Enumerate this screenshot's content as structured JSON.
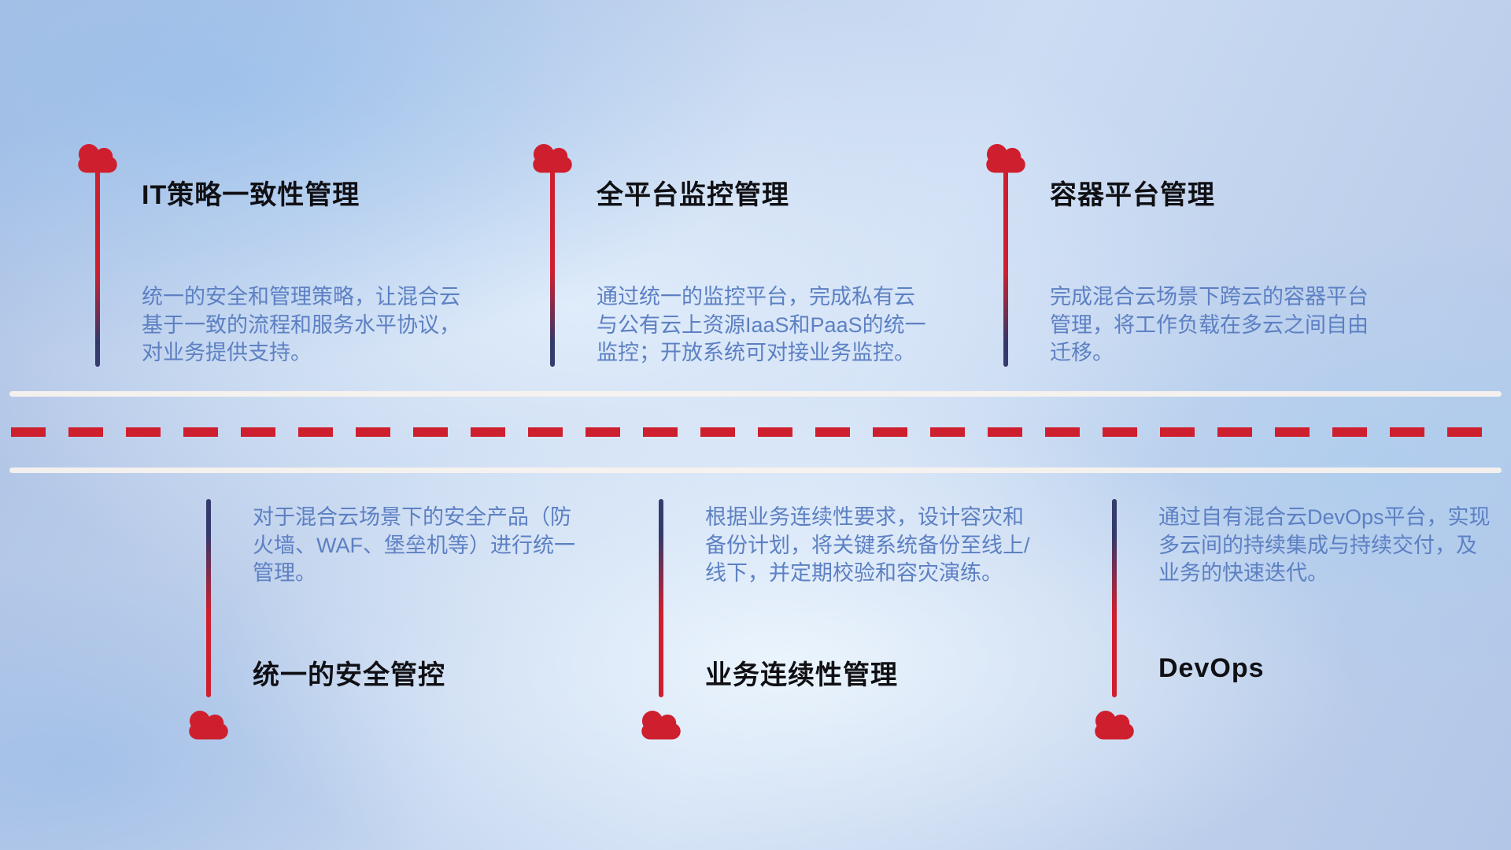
{
  "diagram": {
    "top_items": [
      {
        "title": "IT策略一致性管理",
        "desc": "统一的安全和管理策略，让混合云基于一致的流程和服务水平协议，对业务提供支持。"
      },
      {
        "title": "全平台监控管理",
        "desc": "通过统一的监控平台，完成私有云与公有云上资源IaaS和PaaS的统一监控；开放系统可对接业务监控。"
      },
      {
        "title": "容器平台管理",
        "desc": "完成混合云场景下跨云的容器平台管理，将工作负载在多云之间自由迁移。"
      }
    ],
    "bottom_items": [
      {
        "title": "统一的安全管控",
        "desc": "对于混合云场景下的安全产品（防火墙、WAF、堡垒机等）进行统一管理。"
      },
      {
        "title": "业务连续性管理",
        "desc": "根据业务连续性要求，设计容灾和备份计划，将关键系统备份至线上/线下，并定期校验和容灾演练。"
      },
      {
        "title": "DevOps",
        "desc": "通过自有混合云DevOps平台，实现多云间的持续集成与持续交付，及业务的快速迭代。"
      }
    ]
  },
  "colors": {
    "accent_red": "#ce1f2e",
    "connector_navy": "#373c6e",
    "title_text": "#101014",
    "description_text": "#5d80c3",
    "divider_white": "#f6f0ea"
  }
}
